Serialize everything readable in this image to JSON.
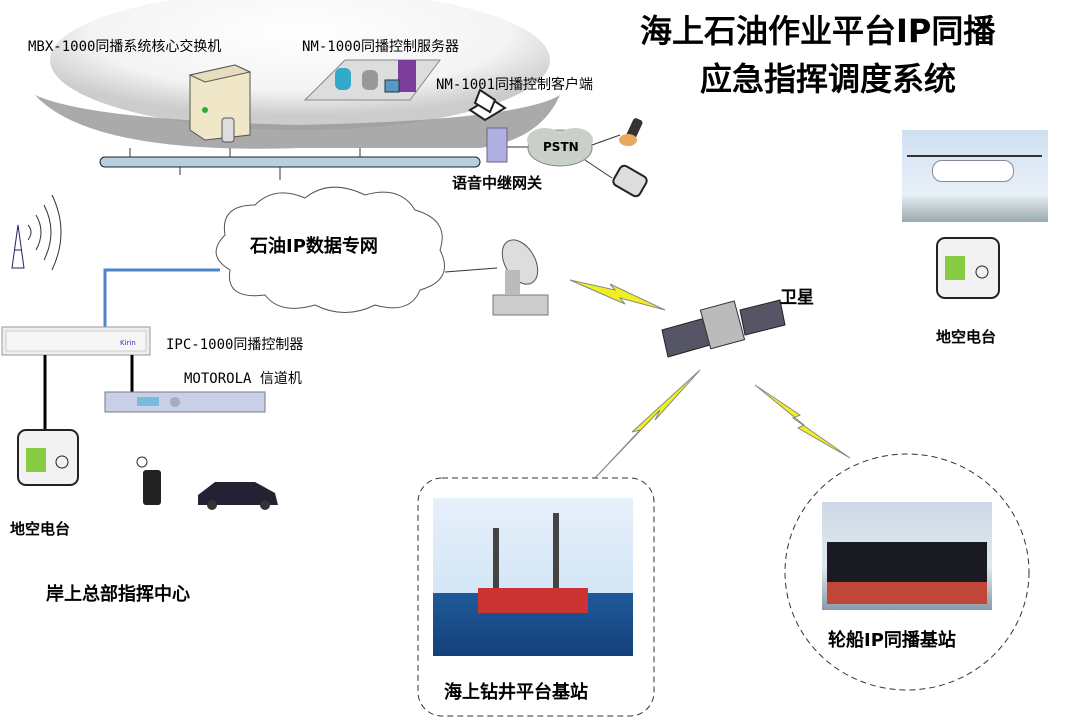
{
  "title": {
    "line1": "海上石油作业平台IP同播",
    "line2": "应急指挥调度系统"
  },
  "labels": {
    "core_switch": "MBX-1000同播系统核心交换机",
    "control_server": "NM-1000同播控制服务器",
    "control_client": "NM-1001同播控制客户端",
    "pstn": "PSTN",
    "voice_gateway": "语音中继网关",
    "ip_network": "石油IP数据专网",
    "satellite": "卫星",
    "ipc_controller": "IPC-1000同播控制器",
    "motorola": "MOTOROLA 信道机",
    "ground_air_left": "地空电台",
    "ground_air_right": "地空电台",
    "hq": "岸上总部指挥中心",
    "platform": "海上钻井平台基站",
    "ship": "轮船IP同播基站"
  },
  "colors": {
    "bus": "#b8cfe0",
    "lightning": "#f0f020",
    "cloud": "#ffffff",
    "link": "#4a86c8"
  }
}
